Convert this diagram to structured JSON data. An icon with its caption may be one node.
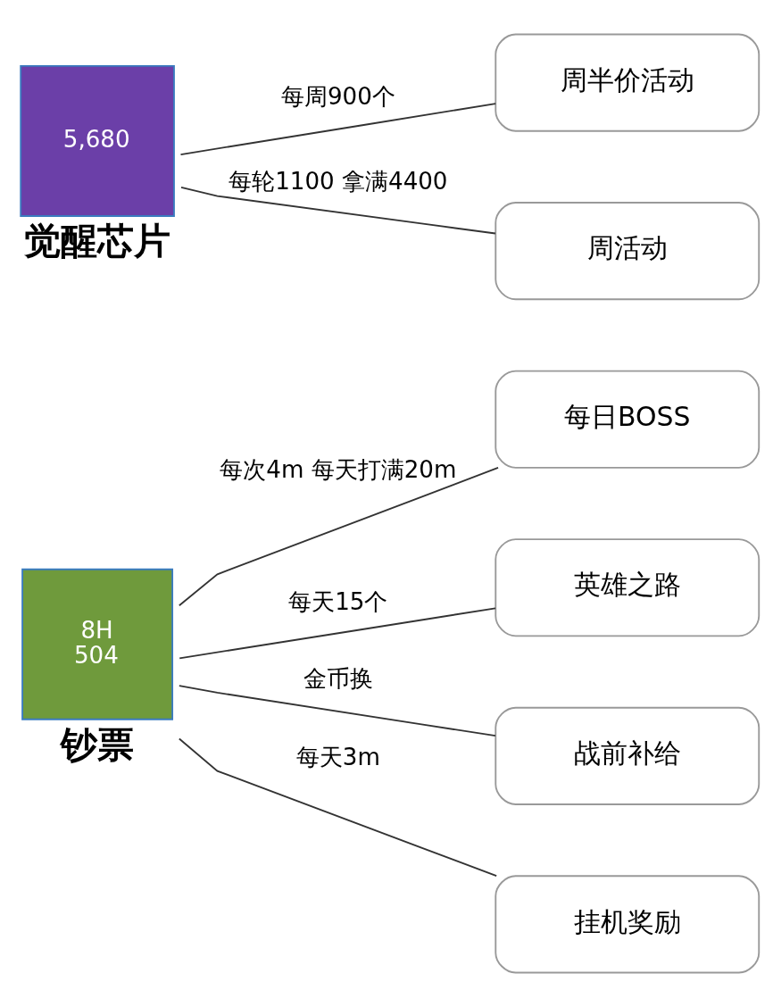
{
  "diagram": {
    "nodes": [
      {
        "text": [
          "8H",
          "504"
        ],
        "beside": [
          "钞票"
        ]
      },
      {
        "text": [
          "每日BOSS"
        ]
      },
      {
        "text": [
          "英雄之路"
        ]
      },
      {
        "text": [
          "战前补给"
        ]
      },
      {
        "text": [
          "挂机奖励"
        ]
      },
      {
        "text": [
          "5,680"
        ],
        "beside": [
          "觉醒芯片"
        ]
      },
      {
        "text": [
          "周半价活动"
        ]
      },
      {
        "text": [
          "周活动"
        ]
      }
    ],
    "edges": [
      {
        "from": 0,
        "to": 1,
        "arrow": "none",
        "label": "每次4m 每天打满20m"
      },
      {
        "from": 0,
        "to": 2,
        "arrow": "none",
        "label": "每天15个"
      },
      {
        "from": 0,
        "to": 3,
        "arrow": "none",
        "label": "金币换"
      },
      {
        "from": 0,
        "to": 4,
        "arrow": "none",
        "label": "每天3m"
      },
      {
        "from": 5,
        "to": 6,
        "arrow": "none",
        "label": "每周900个"
      },
      {
        "from": 5,
        "to": 7,
        "arrow": "none",
        "label": "每轮1100 拿满4400"
      }
    ]
  }
}
